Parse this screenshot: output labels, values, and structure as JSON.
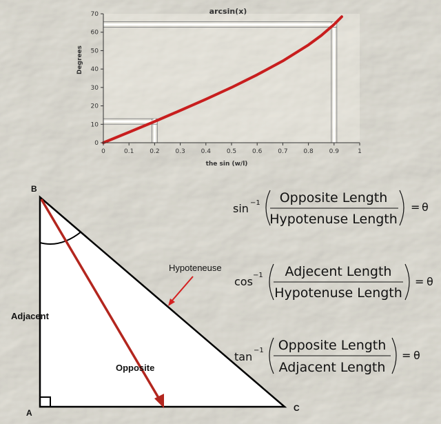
{
  "chart_data": {
    "type": "line",
    "title": "arcsin(x)",
    "xlabel": "the sin (w/l)",
    "ylabel": "Degrees",
    "xlim": [
      0,
      1
    ],
    "ylim": [
      0,
      70
    ],
    "x_ticks": [
      "0",
      "0.1",
      "0.2",
      "0.3",
      "0.4",
      "0.5",
      "0.6",
      "0.7",
      "0.8",
      "0.9",
      "1"
    ],
    "y_ticks": [
      "0",
      "10",
      "20",
      "30",
      "40",
      "50",
      "60",
      "70"
    ],
    "series": [
      {
        "color": "#c81e1e",
        "x": [
          0,
          0.1,
          0.2,
          0.3,
          0.4,
          0.5,
          0.6,
          0.7,
          0.8,
          0.85,
          0.9,
          0.93
        ],
        "y": [
          0,
          5.7,
          11.5,
          17.5,
          23.6,
          30,
          36.9,
          44.4,
          53.1,
          58.2,
          64.2,
          68.4
        ]
      }
    ],
    "guides": [
      {
        "x": 0.2,
        "y": 11.5
      },
      {
        "x": 0.9,
        "y": 64.2
      }
    ]
  },
  "triangle": {
    "vertex_a": "A",
    "vertex_b": "B",
    "vertex_c": "C",
    "label_adjacent": "Adjacent",
    "label_opposite": "Opposite",
    "label_hypotenuse": "Hypoteneuse",
    "arrow_color": "#b3261e"
  },
  "equations": [
    {
      "fn": "sin",
      "sup": "−1",
      "numerator": "Opposite Length",
      "denominator": "Hypotenuse Length",
      "result": "θ"
    },
    {
      "fn": "cos",
      "sup": "−1",
      "numerator": "Adjecent Length",
      "denominator": "Hypotenuse Length",
      "result": "θ"
    },
    {
      "fn": "tan",
      "sup": "−1",
      "numerator": "Opposite Length",
      "denominator": "Adjacent Length",
      "result": "θ"
    }
  ]
}
